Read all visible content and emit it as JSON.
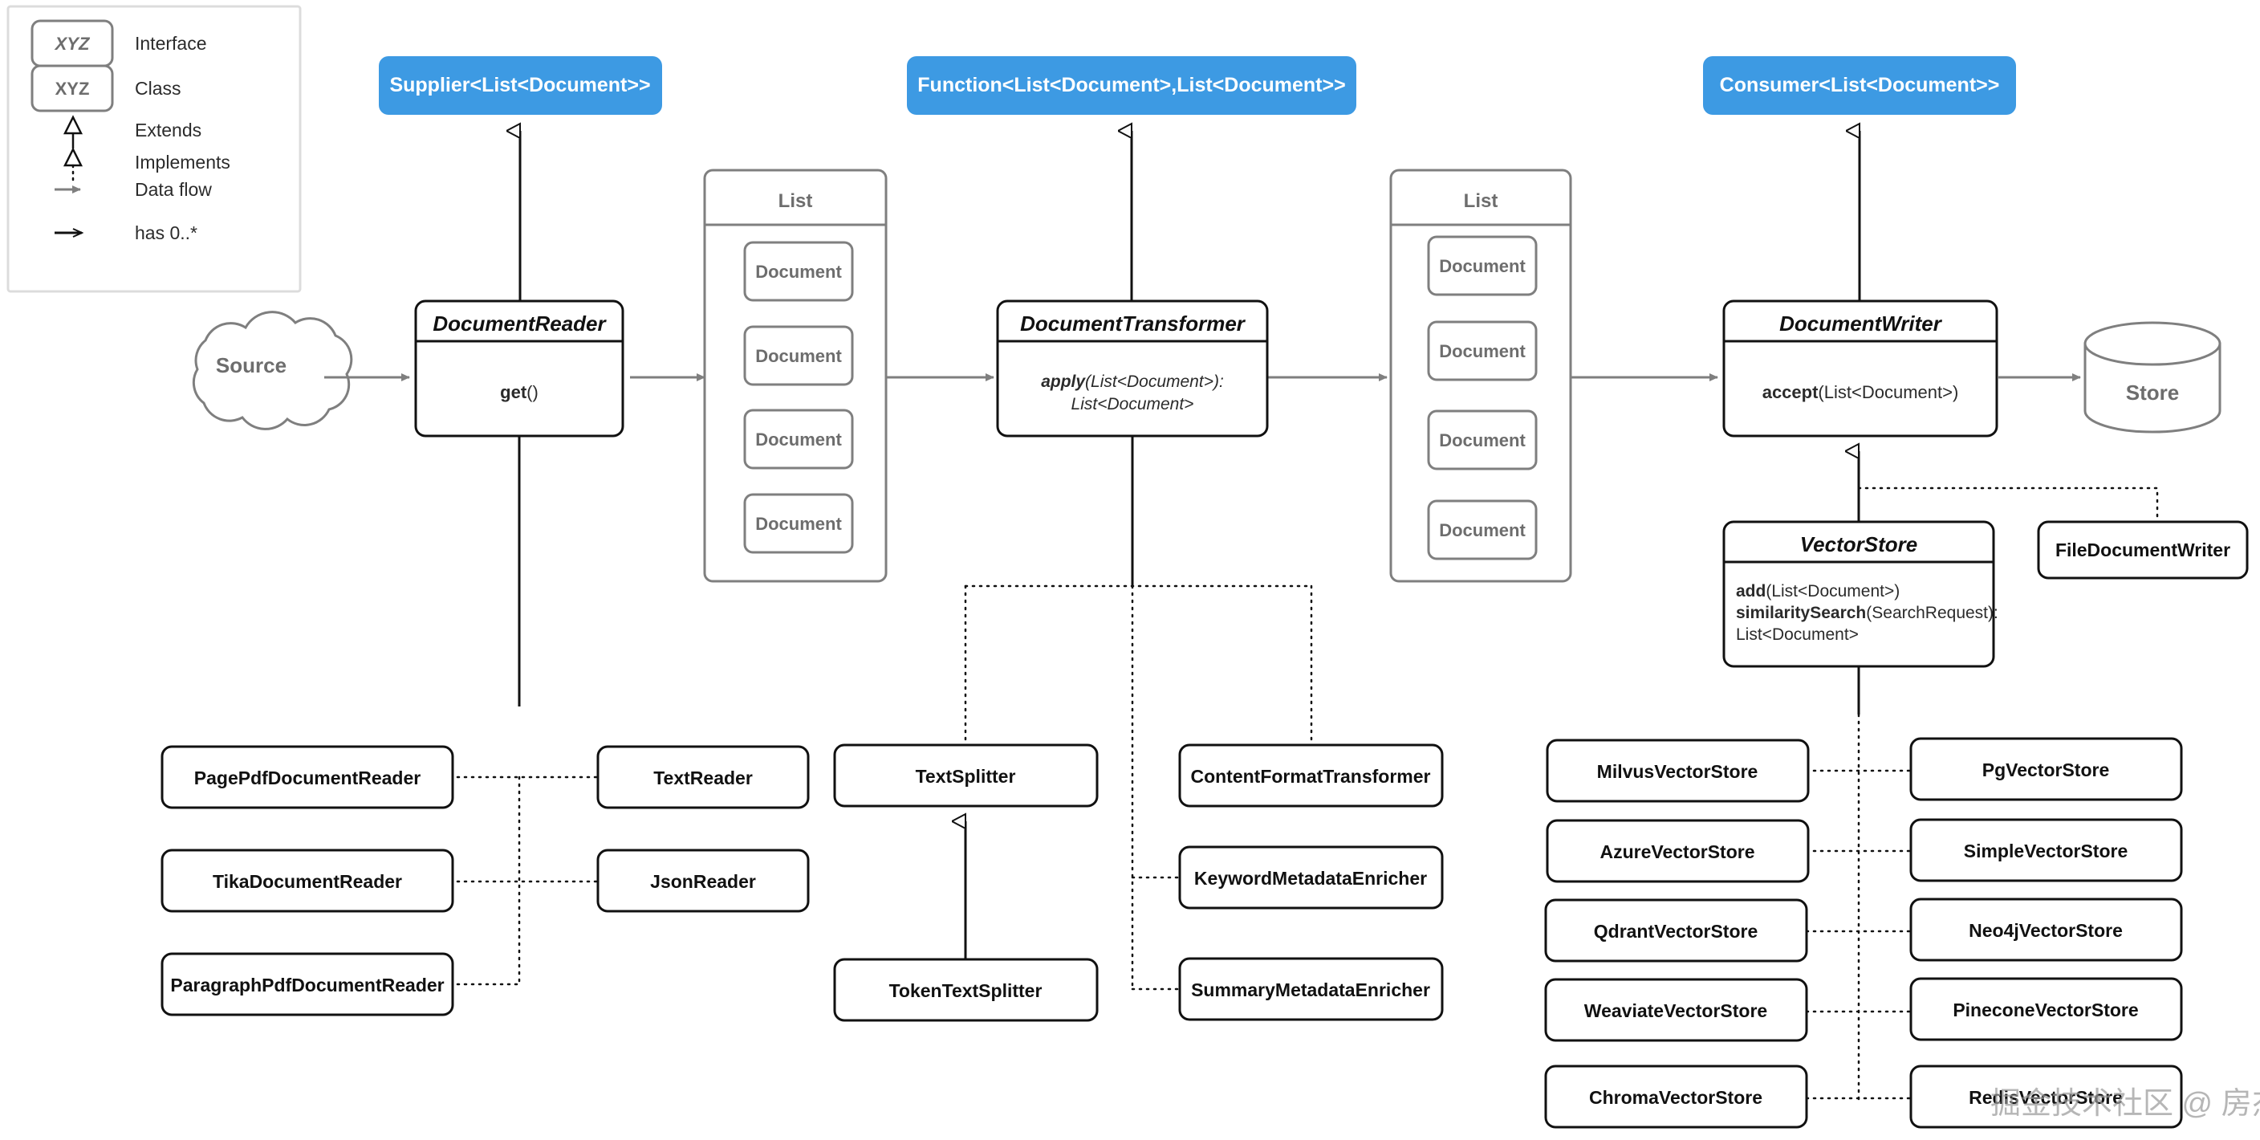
{
  "legend": {
    "sample_label": "XYZ",
    "items": [
      {
        "kind": "interface-swatch",
        "label": "Interface"
      },
      {
        "kind": "class-swatch",
        "label": "Class"
      },
      {
        "kind": "extends-arrow",
        "label": "Extends"
      },
      {
        "kind": "implements-arrow",
        "label": "Implements"
      },
      {
        "kind": "dataflow-arrow",
        "label": "Data flow"
      },
      {
        "kind": "has-arrow",
        "label": "has 0..*"
      }
    ]
  },
  "functional_interfaces": [
    {
      "name": "supplier",
      "label": "Supplier<List<Document>>"
    },
    {
      "name": "function",
      "label": "Function<List<Document>,List<Document>>"
    },
    {
      "name": "consumer",
      "label": "Consumer<List<Document>>"
    }
  ],
  "pipeline": {
    "source": {
      "label": "Source"
    },
    "store": {
      "label": "Store"
    },
    "lists": [
      {
        "title": "List",
        "items": [
          "Document",
          "Document",
          "Document",
          "Document"
        ]
      },
      {
        "title": "List",
        "items": [
          "Document",
          "Document",
          "Document",
          "Document"
        ]
      }
    ],
    "interfaces": [
      {
        "name": "document-reader",
        "title": "DocumentReader",
        "methods": [
          {
            "bold": "get",
            "rest": "()",
            "italic": false
          }
        ]
      },
      {
        "name": "document-transformer",
        "title": "DocumentTransformer",
        "methods": [
          {
            "bold": "apply",
            "rest": "(List<Document>):",
            "italic": true
          },
          {
            "bold": "",
            "rest": "List<Document>",
            "italic": true
          }
        ]
      },
      {
        "name": "document-writer",
        "title": "DocumentWriter",
        "methods": [
          {
            "bold": "accept",
            "rest": "(List<Document>)",
            "italic": false
          }
        ]
      }
    ],
    "vector_store": {
      "name": "vector-store",
      "title": "VectorStore",
      "methods": [
        {
          "bold": "add",
          "rest": "(List<Document>)"
        },
        {
          "bold": "similaritySearch",
          "rest": "(SearchRequest):"
        },
        {
          "bold": "",
          "rest": "List<Document>"
        }
      ]
    }
  },
  "implementations": {
    "readers_left": [
      "PagePdfDocumentReader",
      "TikaDocumentReader",
      "ParagraphPdfDocumentReader"
    ],
    "readers_right": [
      "TextReader",
      "JsonReader"
    ],
    "transformers_left": [
      "TextSplitter",
      "TokenTextSplitter"
    ],
    "transformers_right": [
      "ContentFormatTransformer",
      "KeywordMetadataEnricher",
      "SummaryMetadataEnricher"
    ],
    "writers": [
      "FileDocumentWriter"
    ],
    "vector_stores_left": [
      "MilvusVectorStore",
      "AzureVectorStore",
      "QdrantVectorStore",
      "WeaviateVectorStore",
      "ChromaVectorStore"
    ],
    "vector_stores_right": [
      "PgVectorStore",
      "SimpleVectorStore",
      "Neo4jVectorStore",
      "PineconeVectorStore",
      "RedisVectorStore"
    ]
  },
  "watermark": {
    "text": "掘金技术社区 @ 房杰"
  },
  "colors": {
    "accent_blue": "#3d9ae3",
    "accent_blue_text": "#ffffff",
    "gray_stroke": "#7f7f7f",
    "black_stroke": "#1a1a1a",
    "legend_border": "#dcdcdc",
    "canvas": "#ffffff"
  }
}
